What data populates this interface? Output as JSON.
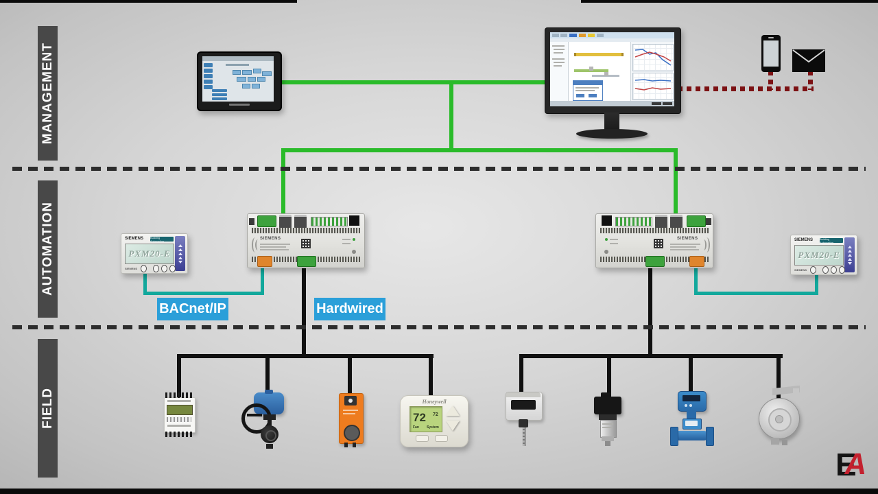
{
  "layers": [
    {
      "label": "MANAGEMENT"
    },
    {
      "label": "AUTOMATION"
    },
    {
      "label": "FIELD"
    }
  ],
  "network_labels": {
    "bacnet_ip": "BACnet/IP",
    "hardwired": "Hardwired"
  },
  "devices": {
    "pxm": {
      "brand": "SIEMENS",
      "model": "PXM20-E",
      "tagline": "Building Automation"
    },
    "controller": {
      "brand": "SIEMENS"
    },
    "thermostat": {
      "brand": "Honeywell",
      "temperature": "72",
      "setpoint": "72",
      "fan_label": "Fan",
      "system_label": "System"
    }
  },
  "logo": {
    "letter_black": "E",
    "letter_red": "A"
  },
  "colors": {
    "management_bus_green": "#2abb2a",
    "bacnet_teal": "#12a89c",
    "hardwired_black": "#101010",
    "remote_alert_red": "#7c1113",
    "protocol_label_blue": "#2b9fd9",
    "layer_bar_gray": "#484848"
  },
  "icons": {
    "smartphone-icon": "css-phone-shape",
    "email-envelope-icon": "svg-envelope-shape"
  }
}
